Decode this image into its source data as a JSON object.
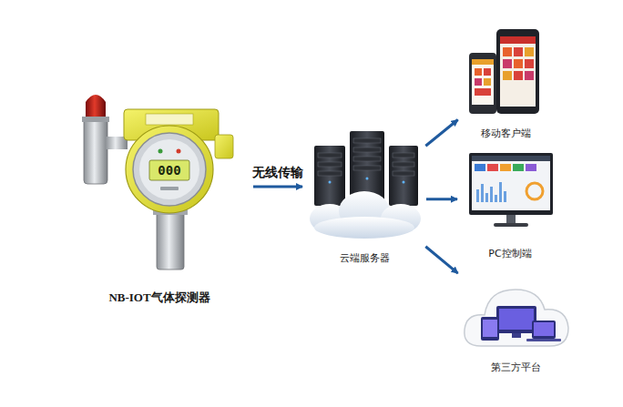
{
  "diagram": {
    "nodes": [
      {
        "text": [
          "NB-IOT气体探测器"
        ]
      },
      {
        "text": [
          "云端服务器"
        ]
      },
      {
        "text": [
          "移动客户端"
        ]
      },
      {
        "text": [
          "PC控制端"
        ]
      },
      {
        "text": [
          "第三方平台"
        ]
      }
    ],
    "edges": [
      {
        "from": 0,
        "to": 1,
        "label": "无线传输",
        "arrow": "to"
      },
      {
        "from": 1,
        "to": 2,
        "arrow": "to"
      },
      {
        "from": 1,
        "to": 3,
        "arrow": "to"
      },
      {
        "from": 1,
        "to": 4,
        "arrow": "to"
      }
    ],
    "labels": [
      "000"
    ]
  }
}
